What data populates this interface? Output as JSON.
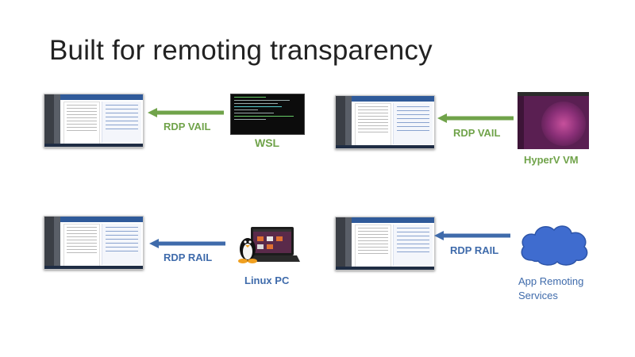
{
  "slide": {
    "title": "Built for remoting transparency"
  },
  "connections": [
    {
      "label": "RDP VAIL",
      "color": "#70a34a"
    },
    {
      "label": "RDP VAIL",
      "color": "#70a34a"
    },
    {
      "label": "RDP RAIL",
      "color": "#3f6bab"
    },
    {
      "label": "RDP RAIL",
      "color": "#3f6bab"
    }
  ],
  "sources": [
    {
      "label": "WSL",
      "icon": "terminal-window-icon"
    },
    {
      "label": "HyperV VM",
      "icon": "ubuntu-desktop-icon"
    },
    {
      "label": "Linux PC",
      "icon": "tux-laptop-icon"
    },
    {
      "label_line1": "App Remoting",
      "label_line2": "Services",
      "icon": "cloud-icon"
    }
  ],
  "colors": {
    "vail": "#70a34a",
    "rail": "#3f6bab",
    "cloud_fill": "#3f6ccf"
  }
}
